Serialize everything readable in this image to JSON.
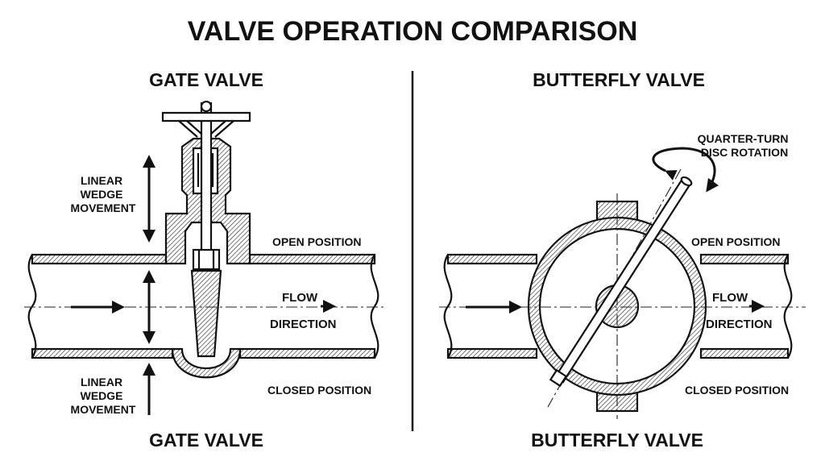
{
  "title": "VALVE OPERATION COMPARISON",
  "gate": {
    "heading_top": "GATE VALVE",
    "heading_bottom": "GATE VALVE",
    "movement_top": [
      "LINEAR",
      "WEDGE",
      "MOVEMENT"
    ],
    "movement_bottom": [
      "LINEAR",
      "WEDGE",
      "MOVEMENT"
    ],
    "open_position": "OPEN POSITION",
    "closed_position": "CLOSED POSITION",
    "flow_line1": "FLOW",
    "flow_line2": "DIRECTION"
  },
  "butterfly": {
    "heading_top": "BUTTERFLY VALVE",
    "heading_bottom": "BUTTERFLY VALVE",
    "rotation_line1": "QUARTER-TURN",
    "rotation_line2": "DISC ROTATION",
    "open_position": "OPEN POSITION",
    "closed_position": "CLOSED POSITION",
    "flow_line1": "FLOW",
    "flow_line2": "DIRECTION"
  },
  "colors": {
    "ink": "#111111",
    "background": "#ffffff"
  }
}
